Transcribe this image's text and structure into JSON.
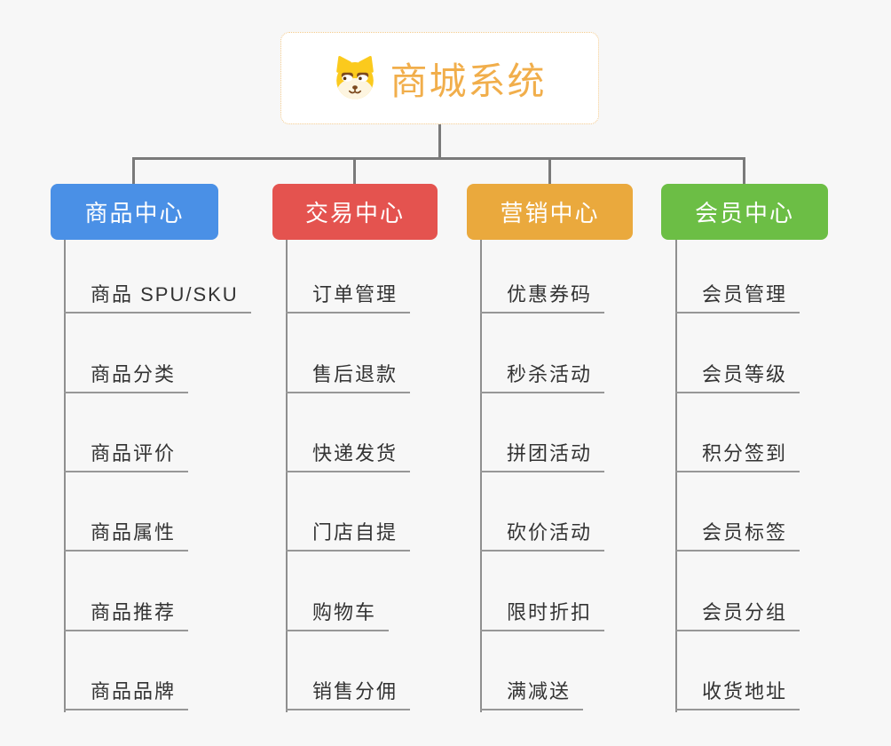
{
  "canvas": {
    "background": "#f7f7f7",
    "connector_color": "#7a7a7a",
    "leaf_line_color": "#979797"
  },
  "root": {
    "title": "商城系统",
    "icon": "dog-face-icon",
    "text_color": "#f1ae4b",
    "border_color": "#f3c98a"
  },
  "branches": [
    {
      "label": "商品中心",
      "color": "#4a90e6",
      "items": [
        "商品 SPU/SKU",
        "商品分类",
        "商品评价",
        "商品属性",
        "商品推荐",
        "商品品牌"
      ]
    },
    {
      "label": "交易中心",
      "color": "#e4534f",
      "items": [
        "订单管理",
        "售后退款",
        "快递发货",
        "门店自提",
        "购物车",
        "销售分佣"
      ]
    },
    {
      "label": "营销中心",
      "color": "#eaa93d",
      "items": [
        "优惠券码",
        "秒杀活动",
        "拼团活动",
        "砍价活动",
        "限时折扣",
        "满减送"
      ]
    },
    {
      "label": "会员中心",
      "color": "#6cbe45",
      "items": [
        "会员管理",
        "会员等级",
        "积分签到",
        "会员标签",
        "会员分组",
        "收货地址"
      ]
    }
  ]
}
